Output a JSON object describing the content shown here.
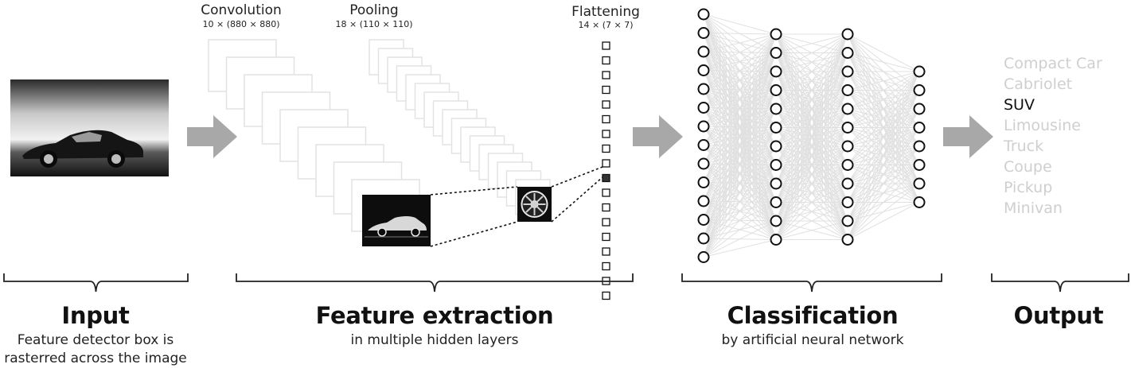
{
  "layers": {
    "convolution": {
      "title": "Convolution",
      "dims": "10 × (880 × 880)"
    },
    "pooling": {
      "title": "Pooling",
      "dims": "18 × (110 × 110)"
    },
    "flattening": {
      "title": "Flattening",
      "dims": "14 × (7 × 7)"
    }
  },
  "stages": {
    "input": {
      "title": "Input",
      "subtitle_line1": "Feature detector box is",
      "subtitle_line2": "rasterred across the image"
    },
    "feature_extraction": {
      "title": "Feature extraction",
      "subtitle": "in multiple hidden layers"
    },
    "classification": {
      "title": "Classification",
      "subtitle": "by artificial neural network"
    },
    "output": {
      "title": "Output"
    }
  },
  "output_classes": [
    {
      "label": "Compact Car",
      "active": false
    },
    {
      "label": "Cabriolet",
      "active": false
    },
    {
      "label": "SUV",
      "active": true
    },
    {
      "label": "Limousine",
      "active": false
    },
    {
      "label": "Truck",
      "active": false
    },
    {
      "label": "Coupe",
      "active": false
    },
    {
      "label": "Pickup",
      "active": false
    },
    {
      "label": "Minivan",
      "active": false
    }
  ],
  "network": {
    "layer_sizes": [
      14,
      12,
      12,
      8
    ]
  },
  "colors": {
    "arrow": "#a8a8a8",
    "map_border": "#e2e2e2",
    "connection": "#e0e0e0",
    "inactive_text": "#cfcfcf"
  }
}
